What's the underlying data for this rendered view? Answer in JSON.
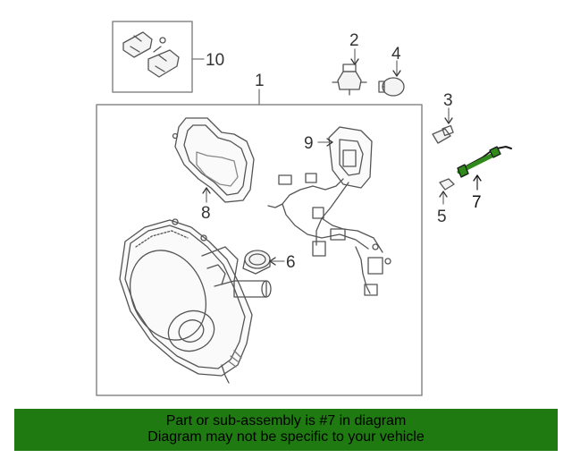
{
  "callouts": {
    "c1": "1",
    "c2": "2",
    "c3": "3",
    "c4": "4",
    "c5": "5",
    "c6": "6",
    "c7": "7",
    "c8": "8",
    "c9": "9",
    "c10": "10"
  },
  "banner": {
    "line1": "Part or sub-assembly is #7 in diagram",
    "line2": "Diagram may not be specific to your vehicle",
    "color": "#1f7a12"
  },
  "highlight_color": "#2e8b1a"
}
